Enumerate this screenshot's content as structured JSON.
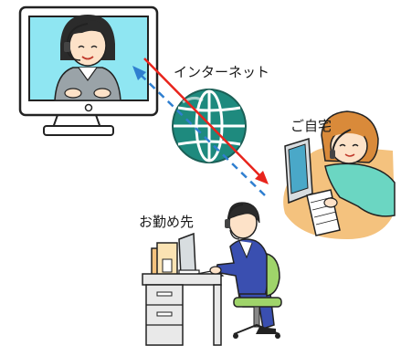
{
  "labels": {
    "internet": "インターネット",
    "home": "ご自宅",
    "office": "お勤め先"
  },
  "icons": {
    "monitor": "monitor-with-operator-icon",
    "globe": "globe-icon",
    "home_worker": "home-worker-icon",
    "office_worker": "office-worker-icon"
  },
  "colors": {
    "arrow_red": "#e8241c",
    "arrow_blue": "#2f7fd0",
    "globe": "#1e8a7e",
    "monitor_screen": "#8fe6f2",
    "desk": "#f4c27e",
    "home_shirt": "#6bd6c2",
    "office_suit": "#3a4fb0",
    "chair": "#9fd46a"
  }
}
